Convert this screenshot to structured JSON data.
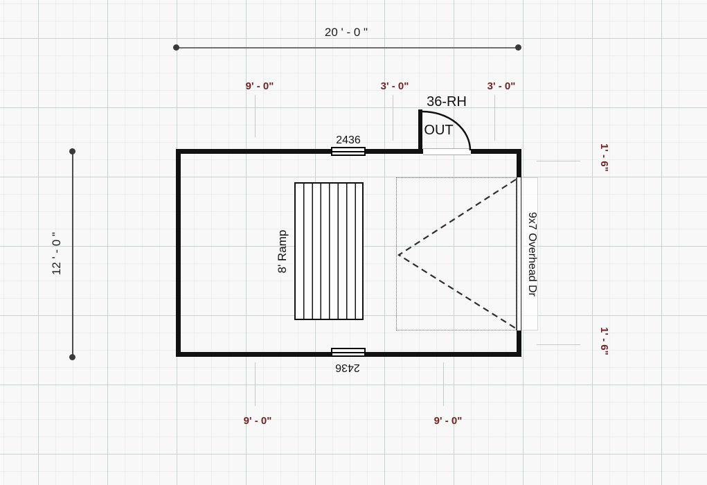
{
  "drawing": {
    "type": "floor-plan",
    "overall": {
      "width_label": "20 ' - 0 \"",
      "height_label": "12 ' - 0 \""
    },
    "top_dims": {
      "d1": "9' - 0\"",
      "d2": "3' - 0\"",
      "d3": "3' - 0\""
    },
    "bottom_dims": {
      "d1": "9' - 0\"",
      "d2": "9' - 0\""
    },
    "right_dims": {
      "d1": "1' - 6\"",
      "d2": "1' - 6\""
    },
    "door": {
      "size_label": "36-RH",
      "swing_label": "OUT"
    },
    "window_top": {
      "label": "2436"
    },
    "window_bottom": {
      "label": "2436"
    },
    "ramp": {
      "label": "8' Ramp"
    },
    "overhead_door": {
      "label": "9x7 Overhead Dr"
    },
    "colors": {
      "dim_red": "#702626",
      "wall_black": "#111111",
      "grid_major": "#c2d5d3",
      "grid_minor": "#eaeeee",
      "dim_line_gray": "#6f6f6f",
      "background": "#f7f8f7"
    }
  }
}
